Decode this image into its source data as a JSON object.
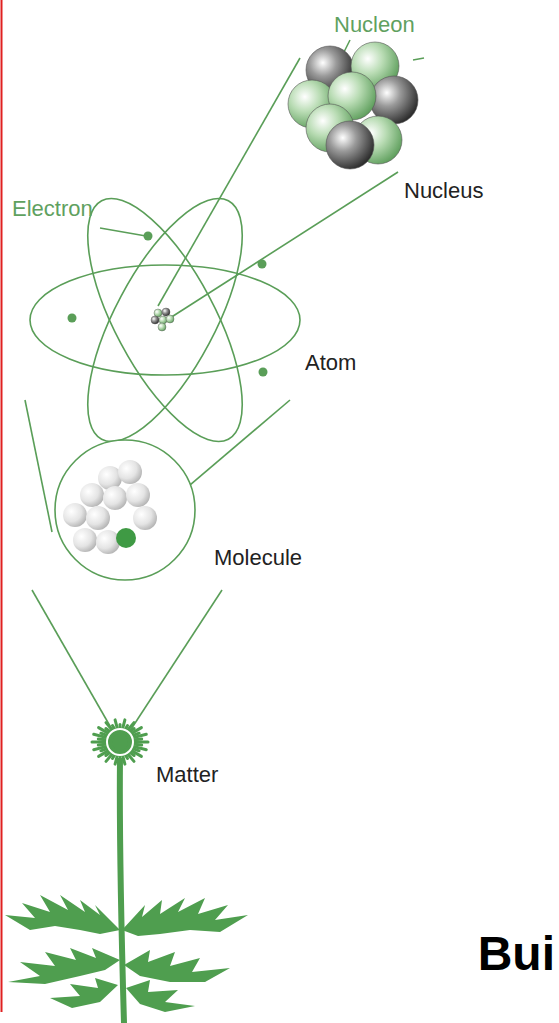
{
  "diagram": {
    "title": "Bui",
    "labels": [
      "Nucleon",
      "Nucleus",
      "Electron",
      "Atom",
      "Molecule",
      "Matter"
    ]
  }
}
